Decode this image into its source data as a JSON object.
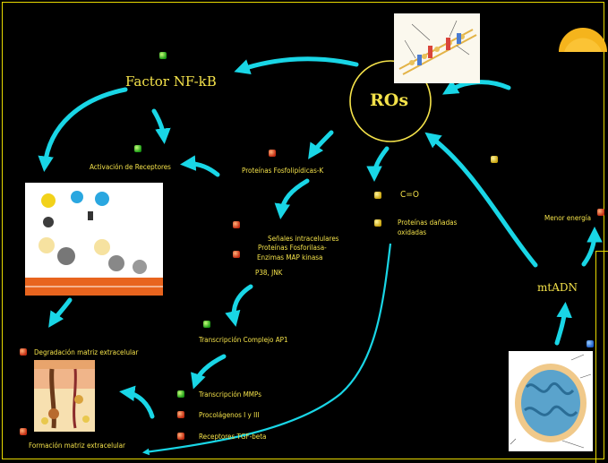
{
  "nodes": {
    "ros": "ROs",
    "nfkb": "Factor NF-kB",
    "activation": "Activación de Receptores",
    "proteins_k": "Proteínas Fosfolipídicas-K",
    "cellular_1": "Señales intracelulares",
    "cellular_2": "Proteínas Fosforilasa-",
    "cellular_3": "Enzimas MAP kinasa",
    "cellular_4": "P38, JNK",
    "ap1": "Transcripción Complejo AP1",
    "mmps": "Transcripción MMPs",
    "procol": "Procolágenos I y III",
    "tgf": "Receptores TGF-beta",
    "degradation": "Degradación matriz extracelular",
    "formation": "Formación matriz extracelular",
    "c_o": "C=O",
    "oxid_1": "Proteínas dañadas",
    "oxid_2": "oxidadas",
    "menor": "Menor energía",
    "mtadn": "mtADN"
  },
  "colors": {
    "arrow": "#19d6e6",
    "label": "#f4e24a",
    "frame": "#e8d900",
    "ros_circle": "#f4e24a",
    "sun": "#f5b41c"
  }
}
